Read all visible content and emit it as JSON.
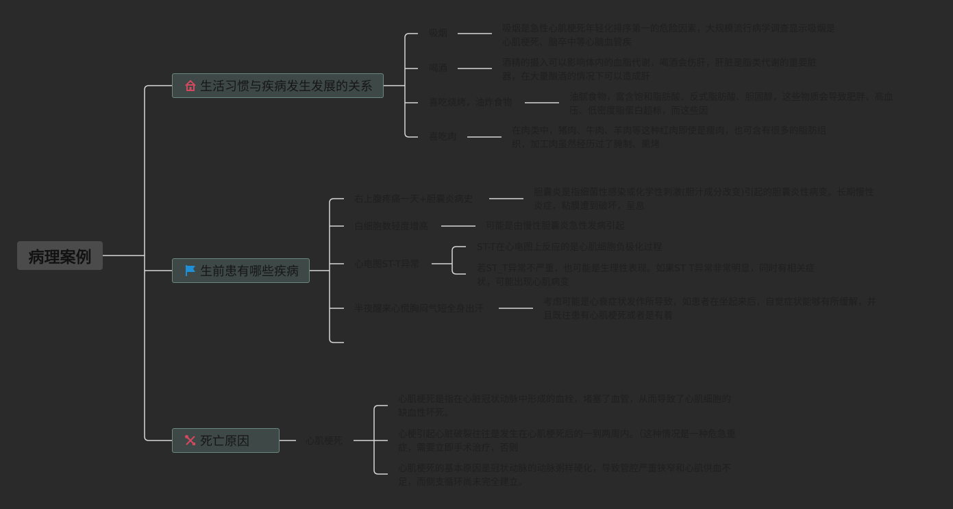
{
  "root": {
    "label": "病理案例"
  },
  "branches": [
    {
      "label": "生活习惯与疾病发生发展的关系",
      "icon": "home-icon",
      "items": [
        {
          "label": "吸烟",
          "desc": "吸烟是急性心肌梗死年轻化排序第一的危险因素，大规模流行病学调查显示吸烟是心肌梗死、脑卒中等心脑血管疾"
        },
        {
          "label": "喝酒",
          "desc": "酒精的摄入可以影响体内的血脂代谢，喝酒会伤肝，肝脏是脂类代谢的重要脏器，在大量酗酒的情况下可以造成肝"
        },
        {
          "label": "喜吃烧烤，油炸食物",
          "desc": "油腻食物，富含饱和脂肪酸、反式脂肪酸、胆固醇，这些物质会导致肥胖、高血压、低密度脂蛋白超标，而这些因"
        },
        {
          "label": "喜吃肉",
          "desc": "在肉类中，猪肉、牛肉、羊肉等这种红肉即使是瘦肉，也可含有很多的脂肪组织，加工肉虽然经历过了腌制、熏烤"
        }
      ]
    },
    {
      "label": "生前患有哪些疾病",
      "icon": "flag-icon",
      "items": [
        {
          "label": "右上腹疼痛一天+胆囊炎病史",
          "desc": "胆囊炎是指细菌性感染或化学性刺激(胆汁成分改变)引起的胆囊炎性病变。长期慢性炎症，粘膜遭到破坏，呈息"
        },
        {
          "label": "白细胞数轻度增高",
          "desc": "可能是由慢性胆囊炎急性发病引起"
        },
        {
          "label": "心电图ST-T异常",
          "subs": [
            "ST-T在心电图上反应的是心肌细胞负极化过程",
            "若ST_T异常不严重，也可能是生理性表现。如果ST T异常非常明显，同时有相关症状，可能出现心肌病变"
          ]
        },
        {
          "label": "半夜醒来心慌胸闷气短全身出汗",
          "desc": "考虑可能是心衰症状发作所导致，如患者在坐起来后，自觉症状能够有所缓解，并且既往患有心肌梗死或者是有着"
        },
        {
          "label": ""
        }
      ]
    },
    {
      "label": "死亡原因",
      "icon": "tools-icon",
      "items": [
        {
          "label": "心肌梗死",
          "subs": [
            "心肌梗死是指在心脏冠状动脉中形成的血栓，堵塞了血管，从而导致了心肌细胞的缺血性坏死。",
            "心梗引起心脏破裂往往是发生在心肌梗死后的一到两周内。（这种情况是一种危急重症，需要立即手术治疗，否则",
            "心肌梗死的基本原因是冠状动脉的动脉粥样硬化，导致管腔严重狭窄和心肌供血不足，而侧支循环尚未完全建立。"
          ]
        }
      ]
    }
  ]
}
